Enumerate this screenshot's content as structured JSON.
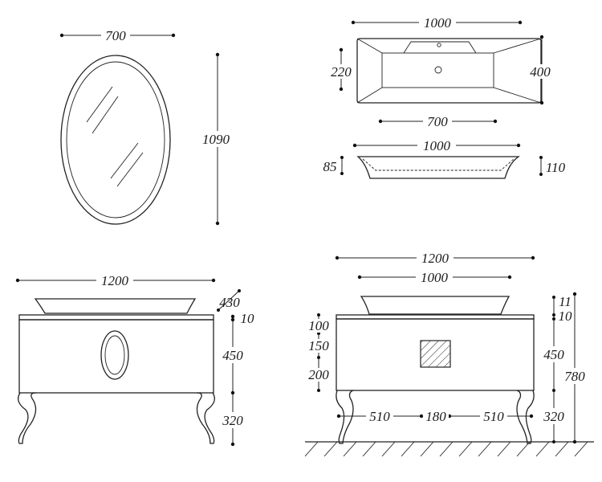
{
  "mirror": {
    "width": "700",
    "height": "1090"
  },
  "basin_top": {
    "width": "1000",
    "depth": "400",
    "inner_depth": "220",
    "inner_width": "700"
  },
  "basin_side": {
    "width": "1000",
    "height_left": "85",
    "height_right": "110"
  },
  "front_view": {
    "width": "1200",
    "depth": "430",
    "top": "10",
    "cabinet": "450",
    "legs": "320"
  },
  "side_view": {
    "width": "1200",
    "basin_width": "1000",
    "right_top": "11",
    "right_slab": "10",
    "right_cabinet": "450",
    "right_legs": "320",
    "total_height": "780",
    "left_a": "100",
    "left_b": "150",
    "left_c": "200",
    "legs_left": "510",
    "legs_center": "180",
    "legs_right": "510"
  }
}
